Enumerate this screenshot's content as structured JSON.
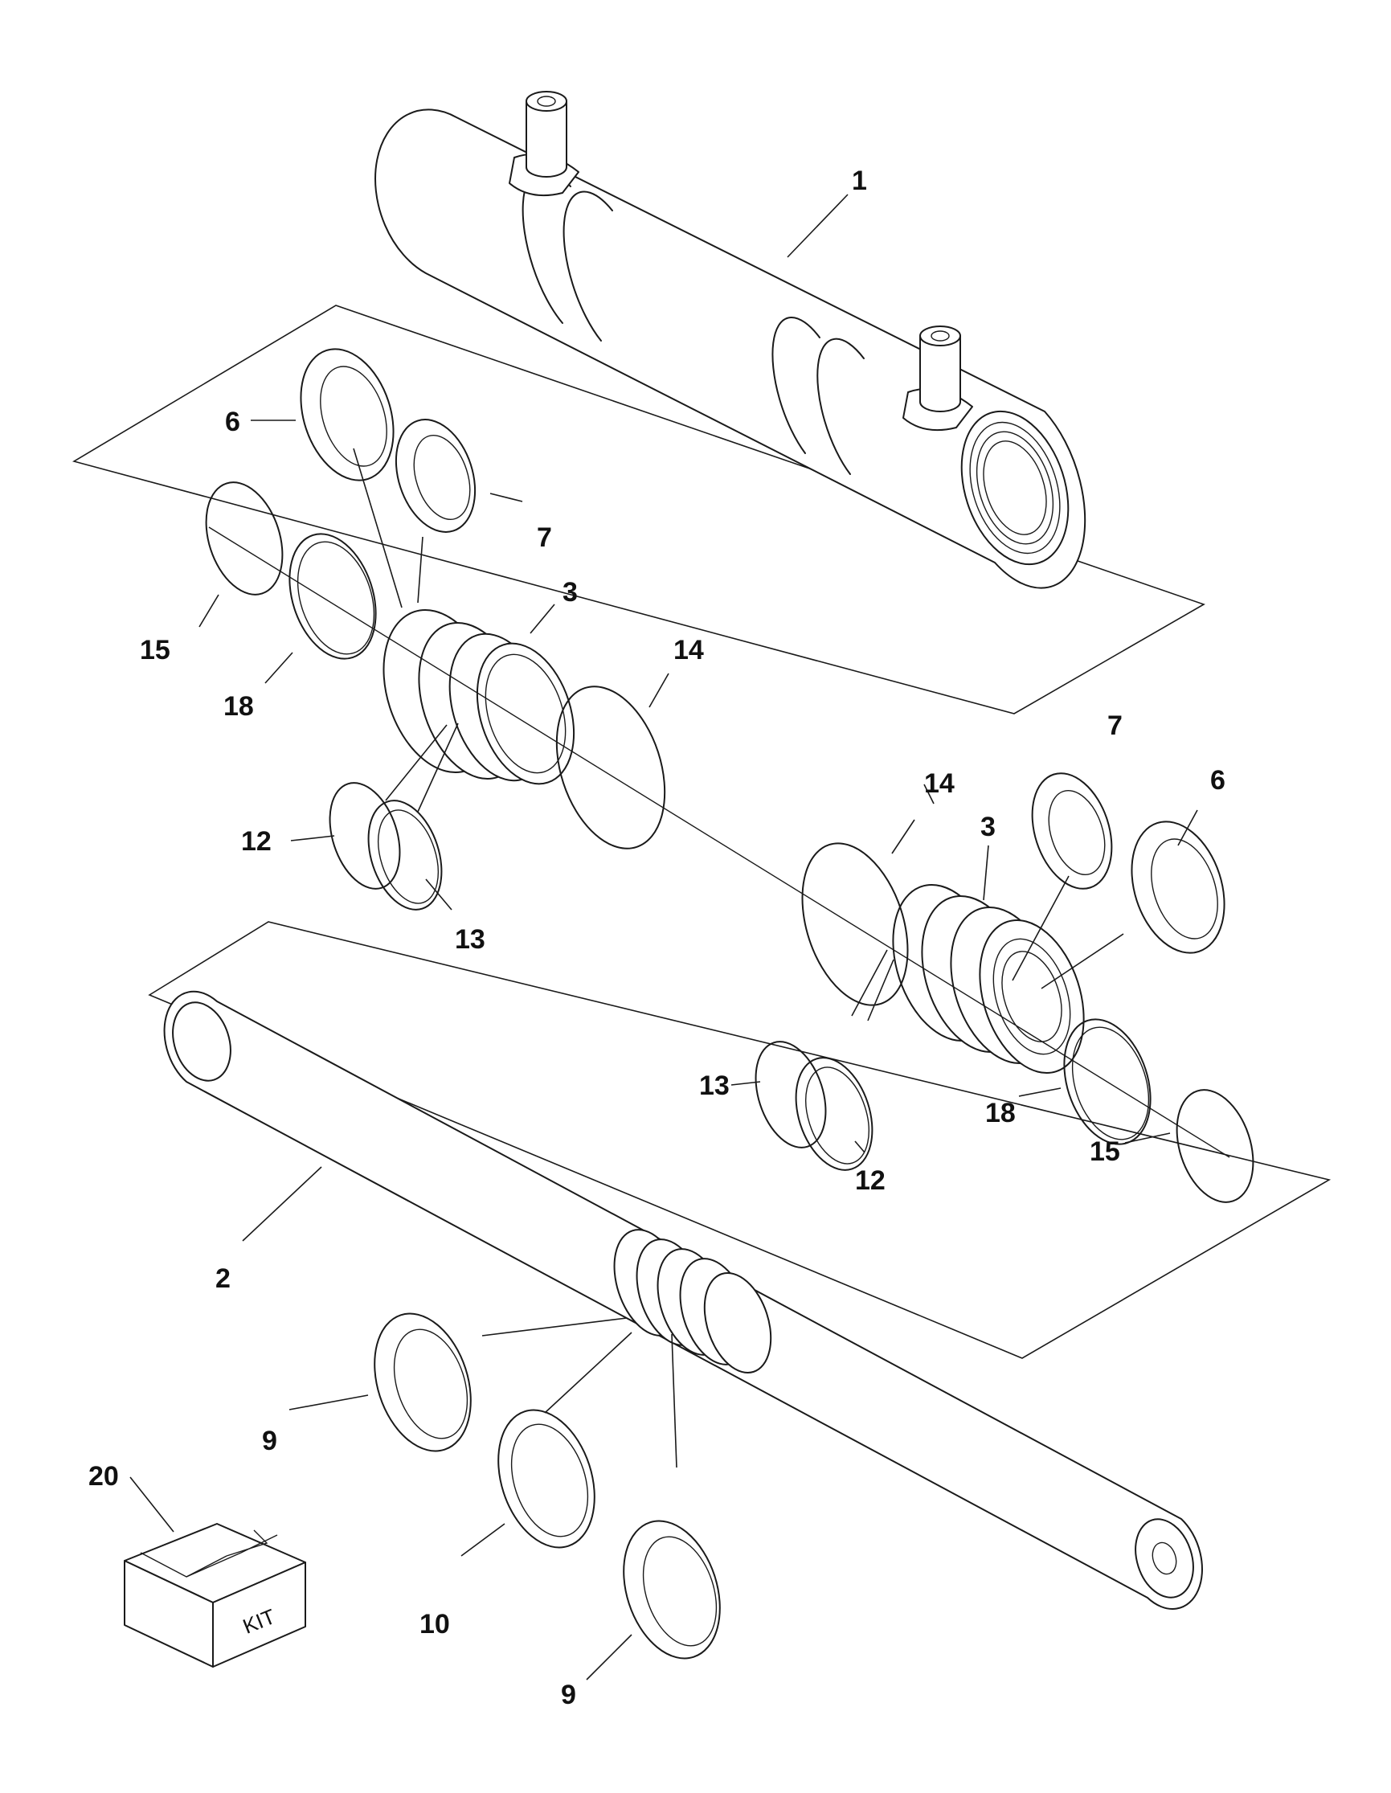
{
  "callouts": {
    "c1": "1",
    "c2": "2",
    "c3_left": "3",
    "c3_right": "3",
    "c6_left": "6",
    "c6_right": "6",
    "c7_left": "7",
    "c7_right": "7",
    "c9_top": "9",
    "c9_bottom": "9",
    "c10": "10",
    "c12_left": "12",
    "c12_right": "12",
    "c13_left": "13",
    "c13_right": "13",
    "c14_left": "14",
    "c14_right": "14",
    "c15_left": "15",
    "c15_right": "15",
    "c18_left": "18",
    "c18_right": "18",
    "c20": "20"
  },
  "kit_box": {
    "label": "KIT"
  }
}
